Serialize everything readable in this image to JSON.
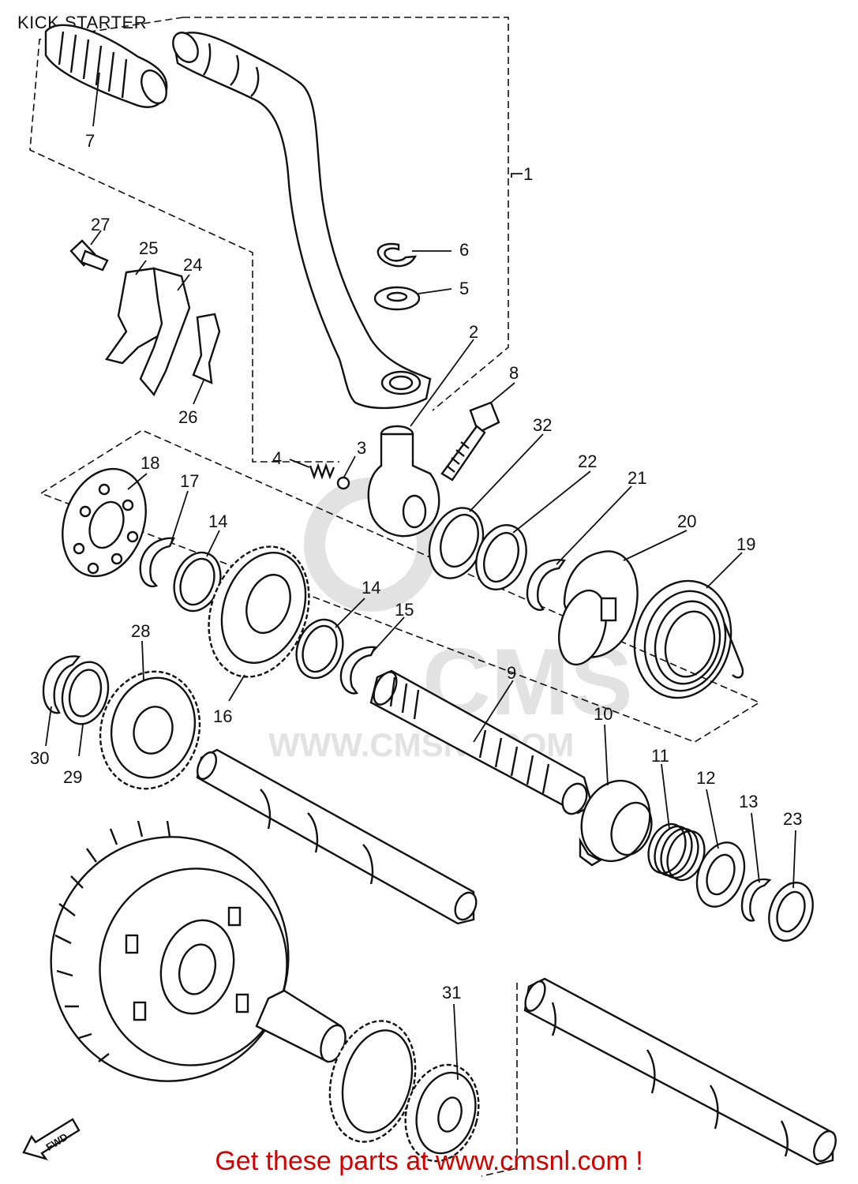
{
  "title": "KICK STARTER",
  "footer": {
    "text": "Get these parts at www.cmsnl.com !",
    "color": "#d40000"
  },
  "watermark": {
    "brand": "CMS",
    "url": "WWW.CMSNL.COM"
  },
  "fwd_label": "FWD",
  "callouts": [
    {
      "id": "label-1",
      "text": "1"
    },
    {
      "id": "label-2",
      "text": "2"
    },
    {
      "id": "label-3",
      "text": "3"
    },
    {
      "id": "label-4",
      "text": "4"
    },
    {
      "id": "label-5",
      "text": "5"
    },
    {
      "id": "label-6",
      "text": "6"
    },
    {
      "id": "label-7",
      "text": "7"
    },
    {
      "id": "label-8",
      "text": "8"
    },
    {
      "id": "label-9",
      "text": "9"
    },
    {
      "id": "label-10",
      "text": "10"
    },
    {
      "id": "label-11",
      "text": "11"
    },
    {
      "id": "label-12",
      "text": "12"
    },
    {
      "id": "label-13",
      "text": "13"
    },
    {
      "id": "label-14a",
      "text": "14"
    },
    {
      "id": "label-14b",
      "text": "14"
    },
    {
      "id": "label-15",
      "text": "15"
    },
    {
      "id": "label-16",
      "text": "16"
    },
    {
      "id": "label-17",
      "text": "17"
    },
    {
      "id": "label-18",
      "text": "18"
    },
    {
      "id": "label-19",
      "text": "19"
    },
    {
      "id": "label-20",
      "text": "20"
    },
    {
      "id": "label-21",
      "text": "21"
    },
    {
      "id": "label-22",
      "text": "22"
    },
    {
      "id": "label-23",
      "text": "23"
    },
    {
      "id": "label-24",
      "text": "24"
    },
    {
      "id": "label-25",
      "text": "25"
    },
    {
      "id": "label-26",
      "text": "26"
    },
    {
      "id": "label-27",
      "text": "27"
    },
    {
      "id": "label-28",
      "text": "28"
    },
    {
      "id": "label-29",
      "text": "29"
    },
    {
      "id": "label-30",
      "text": "30"
    },
    {
      "id": "label-31",
      "text": "31"
    },
    {
      "id": "label-32",
      "text": "32"
    }
  ]
}
